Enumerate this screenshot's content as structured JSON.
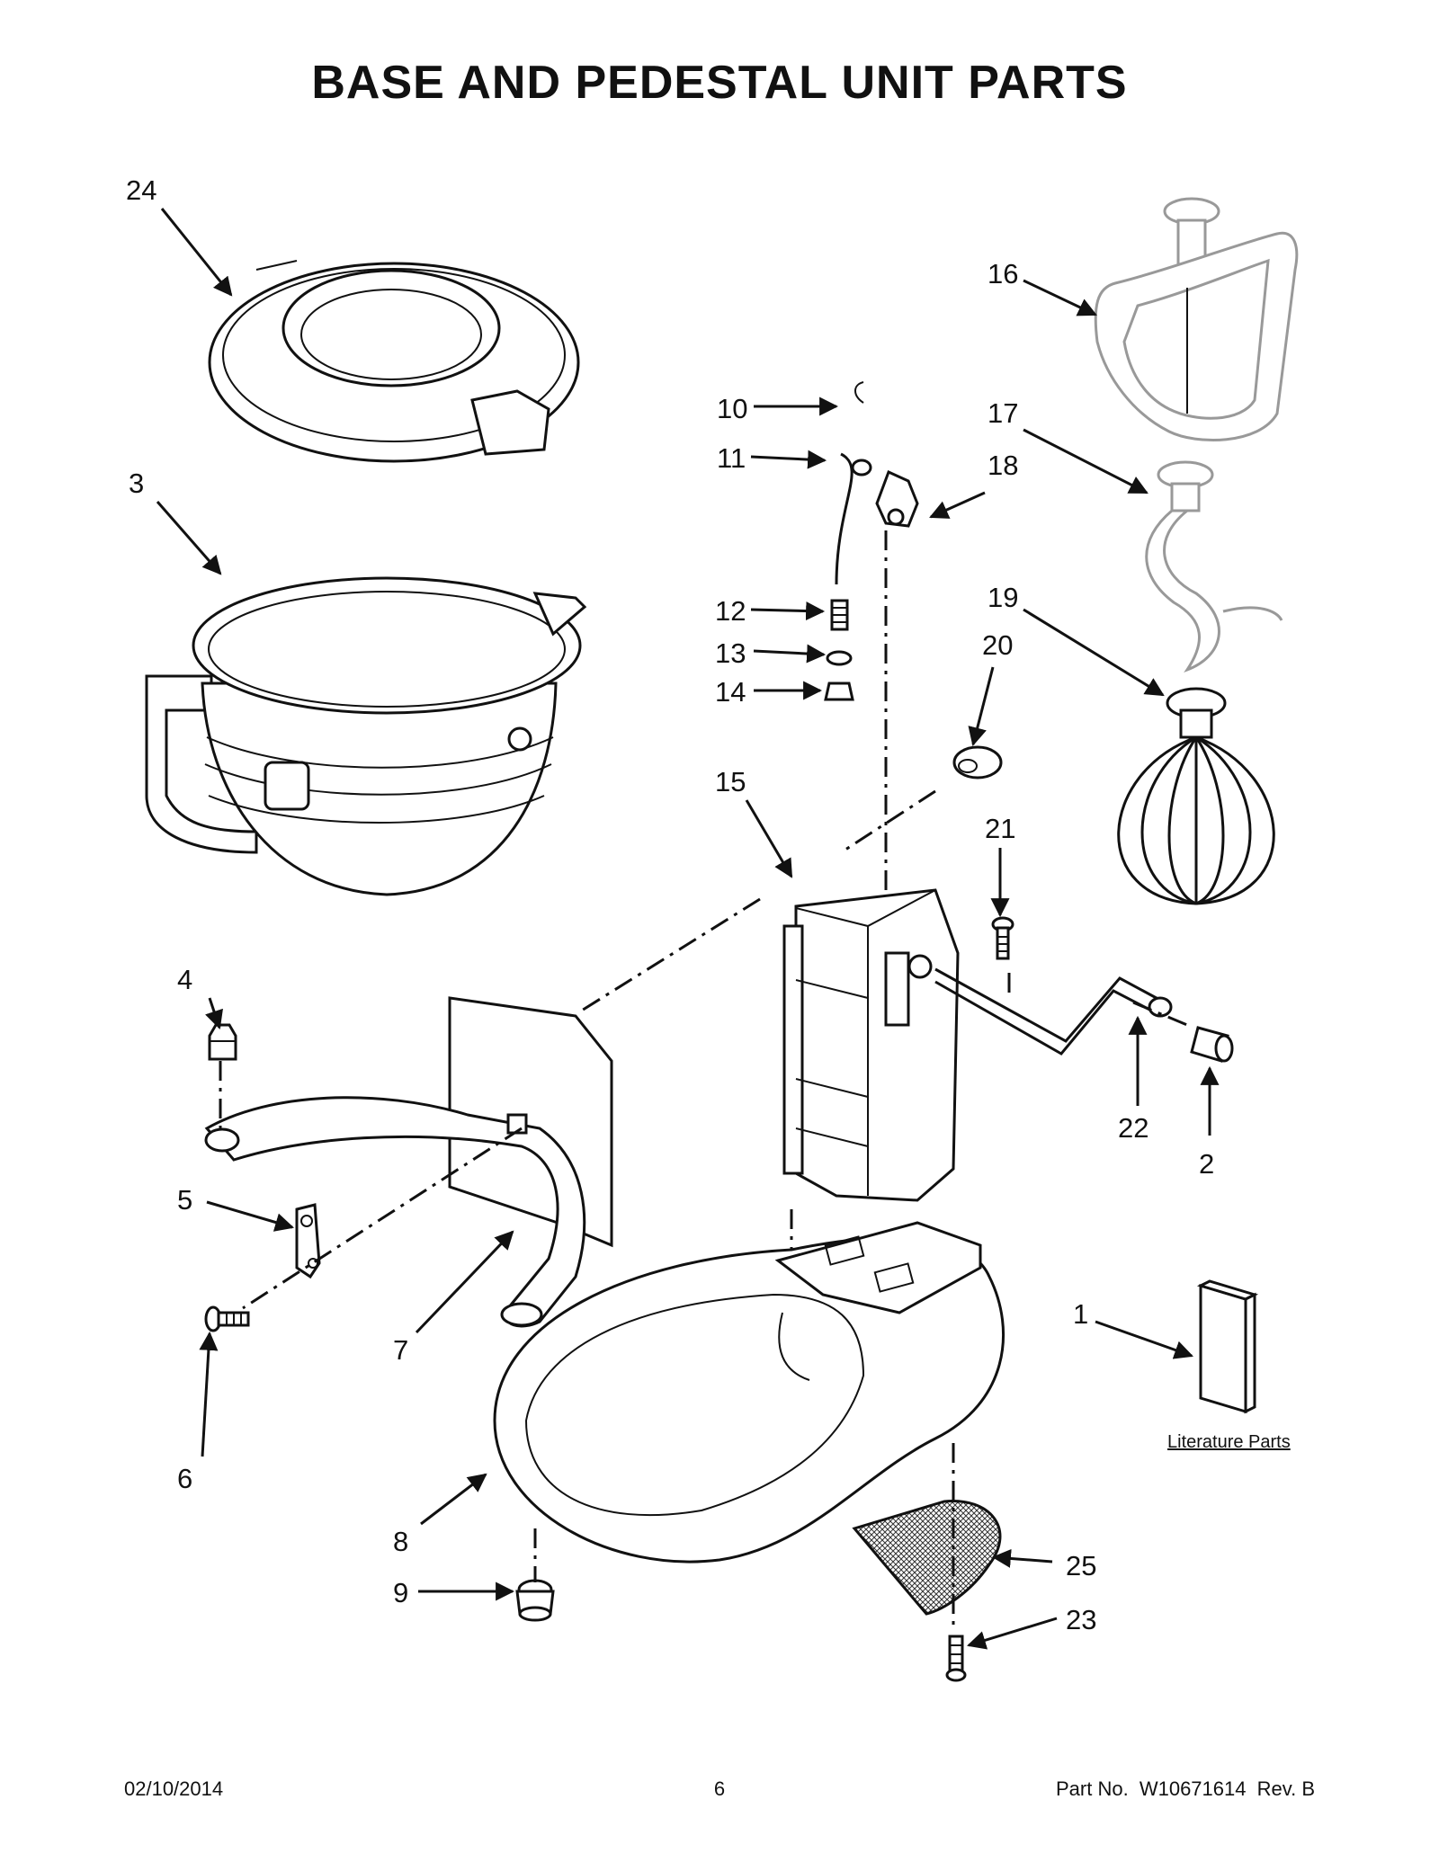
{
  "title": "BASE AND PEDESTAL UNIT PARTS",
  "callouts": {
    "p1": "1",
    "p2": "2",
    "p3": "3",
    "p4": "4",
    "p5": "5",
    "p6": "6",
    "p7": "7",
    "p8": "8",
    "p9": "9",
    "p10": "10",
    "p11": "11",
    "p12": "12",
    "p13": "13",
    "p14": "14",
    "p15": "15",
    "p16": "16",
    "p17": "17",
    "p18": "18",
    "p19": "19",
    "p20": "20",
    "p21": "21",
    "p22": "22",
    "p23": "23",
    "p24": "24",
    "p25": "25"
  },
  "literature_label": "Literature Parts",
  "footer": {
    "date": "02/10/2014",
    "page": "6",
    "part_label": "Part No.",
    "part_number": "W10671614",
    "rev": "Rev. B"
  }
}
